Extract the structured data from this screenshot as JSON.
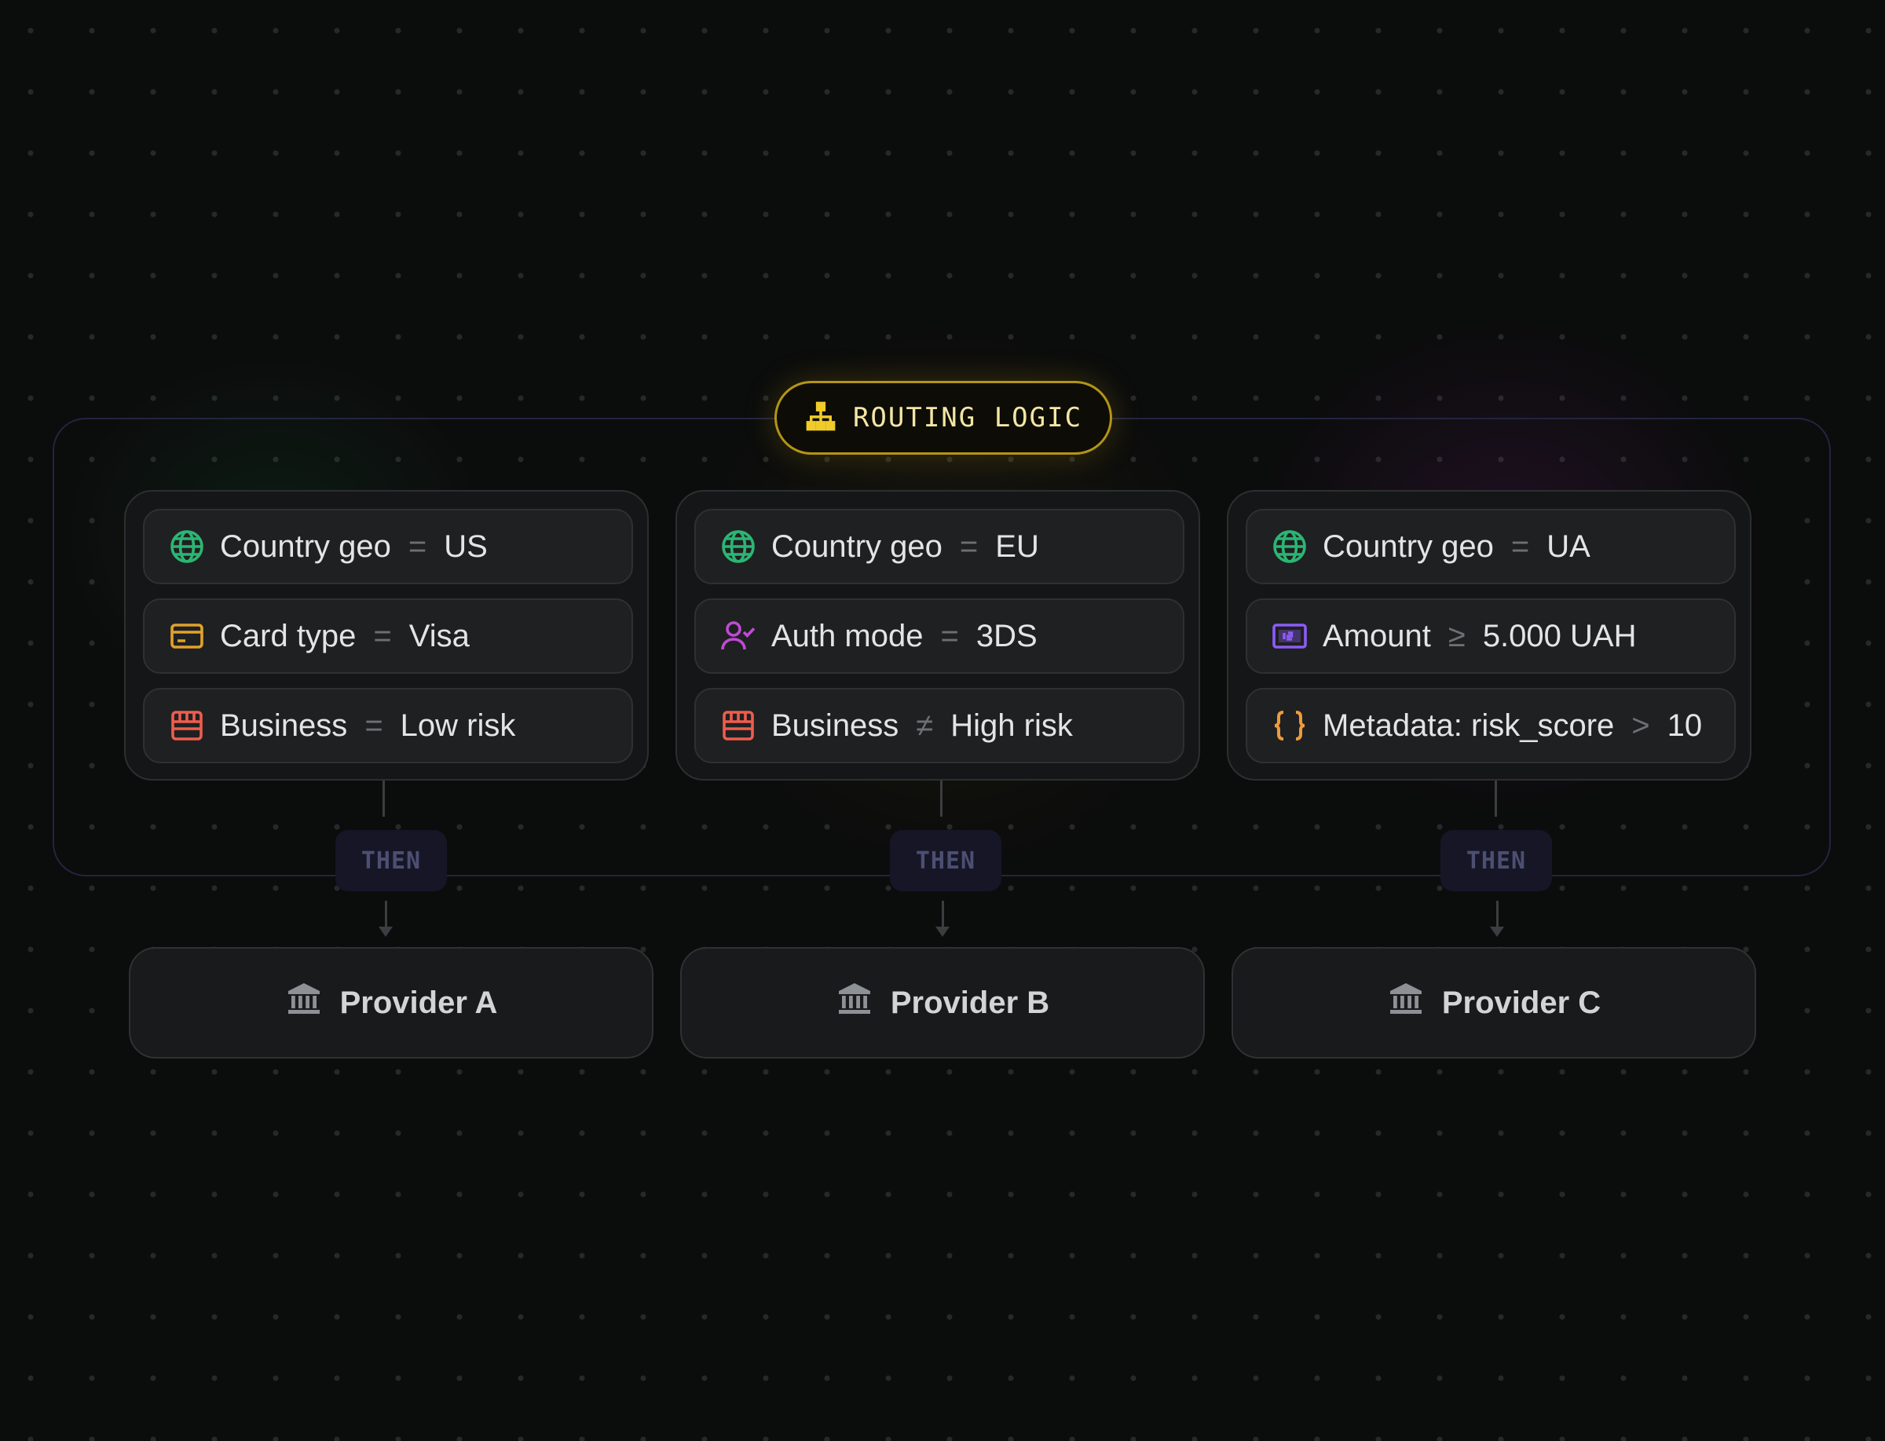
{
  "title": "ROUTING LOGIC",
  "connector_label": "THEN",
  "groups": [
    {
      "rules": [
        {
          "icon": "globe-icon",
          "field": "Country geo",
          "op": "=",
          "value": "US"
        },
        {
          "icon": "card-icon",
          "field": "Card type",
          "op": "=",
          "value": "Visa"
        },
        {
          "icon": "store-icon",
          "field": "Business",
          "op": "=",
          "value": "Low risk"
        }
      ],
      "provider": "Provider A"
    },
    {
      "rules": [
        {
          "icon": "globe-icon",
          "field": "Country geo",
          "op": "=",
          "value": "EU"
        },
        {
          "icon": "user-check-icon",
          "field": "Auth mode",
          "op": "=",
          "value": "3DS"
        },
        {
          "icon": "store-icon",
          "field": "Business",
          "op": "≠",
          "value": "High risk"
        }
      ],
      "provider": "Provider B"
    },
    {
      "rules": [
        {
          "icon": "globe-icon",
          "field": "Country geo",
          "op": "=",
          "value": "UA"
        },
        {
          "icon": "amount-icon",
          "field": "Amount",
          "op": "≥",
          "value": "5.000 UAH"
        },
        {
          "icon": "braces-icon",
          "field": "Metadata: risk_score",
          "op": ">",
          "value": "10"
        }
      ],
      "provider": "Provider C"
    }
  ],
  "colors": {
    "globe": "#2bb673",
    "card": "#e0a32a",
    "store": "#ee5d4e",
    "user_check": "#c04ad6",
    "amount": "#8b5cf6",
    "braces": "#ef9a3c",
    "title_accent": "#f0cb2a"
  }
}
